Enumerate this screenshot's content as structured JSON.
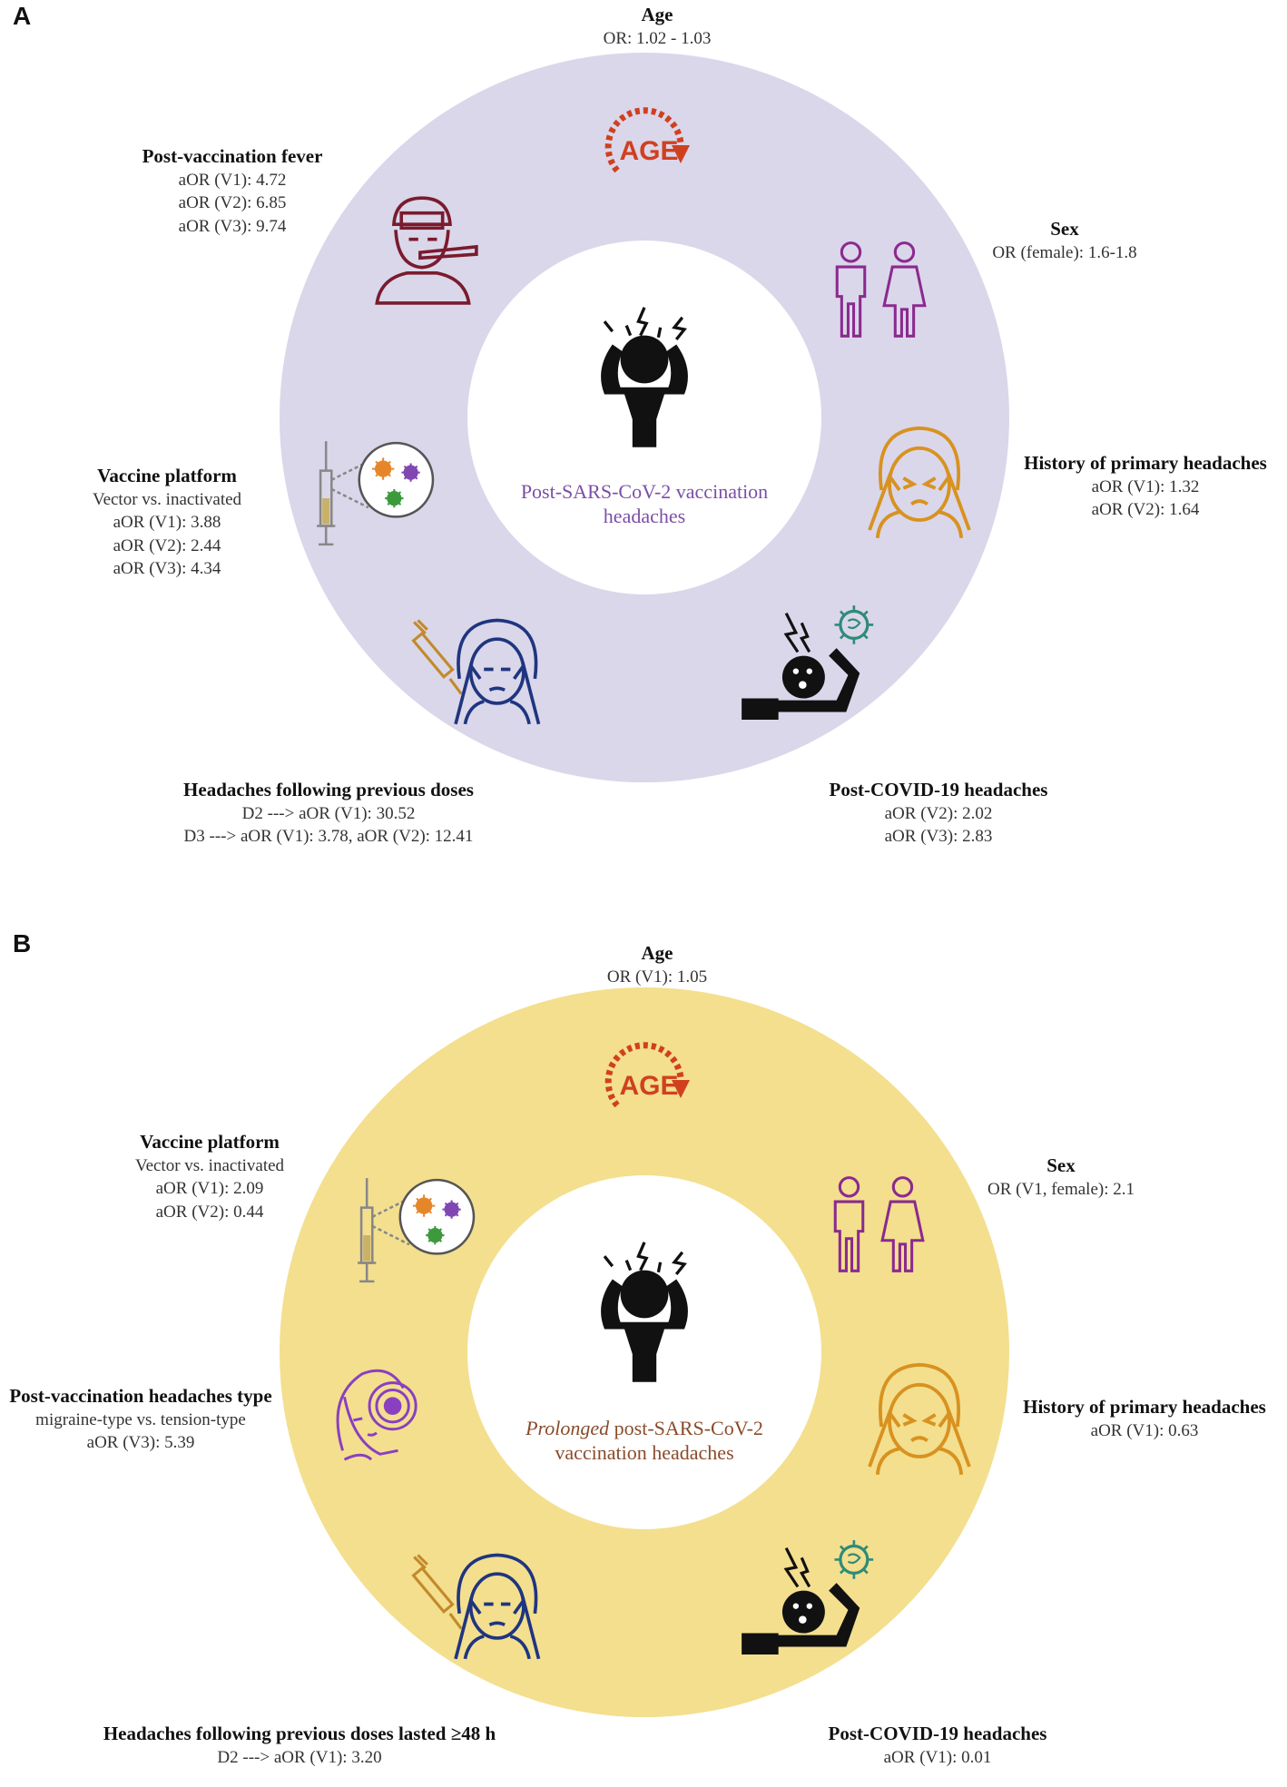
{
  "panel_a": {
    "letter": "A",
    "ring_color": "#dad7ea",
    "center_color": "#7b4fa6",
    "center": {
      "line1": "Post-SARS-CoV-2 vaccination",
      "line2": "headaches"
    },
    "age": {
      "title": "Age",
      "lines": [
        "OR: 1.02 - 1.03"
      ]
    },
    "fever": {
      "title": "Post-vaccination fever",
      "lines": [
        "aOR (V1): 4.72",
        "aOR (V2): 6.85",
        "aOR (V3): 9.74"
      ]
    },
    "sex": {
      "title": "Sex",
      "lines": [
        "OR (female): 1.6-1.8"
      ]
    },
    "platform": {
      "title": "Vaccine platform",
      "lines": [
        "Vector vs. inactivated",
        "aOR (V1): 3.88",
        "aOR (V2): 2.44",
        "aOR (V3): 4.34"
      ]
    },
    "history": {
      "title": "History of primary headaches",
      "lines": [
        "aOR (V1): 1.32",
        "aOR (V2): 1.64"
      ]
    },
    "previous": {
      "title": "Headaches following previous doses",
      "lines": [
        "D2 ---> aOR (V1): 30.52",
        "D3 ---> aOR (V1): 3.78, aOR (V2): 12.41"
      ]
    },
    "covid": {
      "title": "Post-COVID-19 headaches",
      "lines": [
        "aOR (V2): 2.02",
        "aOR (V3): 2.83"
      ]
    }
  },
  "panel_b": {
    "letter": "B",
    "ring_color": "#f3df8e",
    "center_color": "#8a4b2a",
    "center": {
      "italic": "Prolonged",
      "line1_rest": " post-SARS-CoV-2",
      "line2": "vaccination headaches"
    },
    "age": {
      "title": "Age",
      "lines": [
        "OR (V1): 1.05"
      ]
    },
    "platform": {
      "title": "Vaccine platform",
      "lines": [
        "Vector vs. inactivated",
        "aOR (V1): 2.09",
        "aOR (V2): 0.44"
      ]
    },
    "sex": {
      "title": "Sex",
      "lines": [
        "OR (V1, female): 2.1"
      ]
    },
    "type": {
      "title": "Post-vaccination headaches type",
      "lines": [
        "migraine-type vs. tension-type",
        "aOR (V3): 5.39"
      ]
    },
    "history": {
      "title": "History of primary headaches",
      "lines": [
        "aOR (V1): 0.63"
      ]
    },
    "previous": {
      "title": "Headaches following previous doses lasted ≥48 h",
      "lines": [
        "D2 ---> aOR (V1): 3.20"
      ]
    },
    "covid": {
      "title": "Post-COVID-19 headaches",
      "lines": [
        "aOR (V1): 0.01"
      ]
    }
  },
  "icons": {
    "age": "age-clock-arrow-icon",
    "fever": "person-thermometer-icon",
    "sex": "male-female-icon",
    "platform": "syringe-virus-icon",
    "history": "woman-headache-icon",
    "previous": "syringe-headache-icon",
    "covid": "person-virus-headache-icon",
    "type": "woman-migraine-icon",
    "center": "person-headache-icon"
  },
  "colors": {
    "age_icon": "#d0401f",
    "fever_icon": "#7a1b2e",
    "sex_icon": "#8b2a8f",
    "history_icon": "#d89220",
    "previous_icon": "#1f3580",
    "covid_virus": "#2e8b78",
    "migraine_icon": "#8a3fc0"
  }
}
